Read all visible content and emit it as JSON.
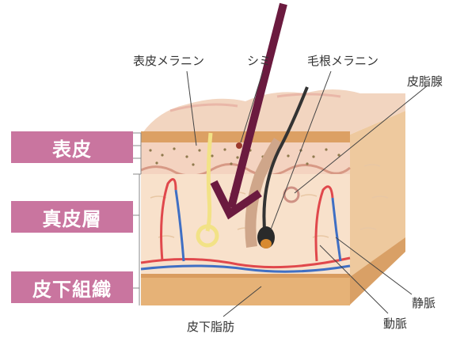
{
  "layers": {
    "epidermis": "表皮",
    "dermis": "真皮層",
    "subcutaneous": "皮下組織"
  },
  "labels": {
    "epidermal_melanin": "表皮メラニン",
    "spot": "シミ",
    "hair_melanin": "毛根メラニン",
    "sebaceous_gland": "皮脂腺",
    "vein": "静脈",
    "artery": "動脈",
    "subcutaneous_fat": "皮下脂肪"
  },
  "colors": {
    "tag_background": "#c9759f",
    "arrow": "#6b1a3f",
    "artery": "#e0484c",
    "vein": "#3f6fc4",
    "skin": "#f6dcc2",
    "fat": "#e7b57a"
  }
}
